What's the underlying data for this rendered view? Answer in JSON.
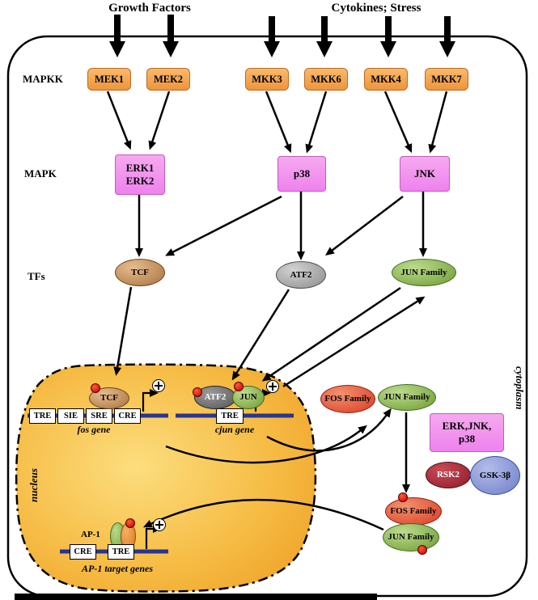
{
  "top": {
    "growth_factors": "Growth Factors",
    "cytokines_stress": "Cytokines; Stress"
  },
  "rows": {
    "mapkk": "MAPKK",
    "mapk": "MAPK",
    "tfs": "TFs"
  },
  "mapkk": [
    "MEK1",
    "MEK2",
    "MKK3",
    "MKK6",
    "MKK4",
    "MKK7"
  ],
  "mapk": {
    "erk1": "ERK1",
    "erk2": "ERK2",
    "p38": "p38",
    "jnk": "JNK"
  },
  "tfs": {
    "tcf": "TCF",
    "atf2": "ATF2",
    "jun_family": "JUN Family"
  },
  "compartments": {
    "cytoplasm": "cytoplasm",
    "nucleus": "nucleus"
  },
  "nucleus": {
    "fos_gene": {
      "boxes": [
        "TRE",
        "SIE",
        "SRE",
        "CRE"
      ],
      "tcf": "TCF",
      "label": "fos gene"
    },
    "cjun_gene": {
      "box": "TRE",
      "atf2": "ATF2",
      "jun": "JUN",
      "label": "cjun gene"
    },
    "ap1": {
      "label": "AP-1",
      "boxes": [
        "CRE",
        "TRE"
      ],
      "caption": "AP-1 target genes"
    }
  },
  "right": {
    "fos_family": "FOS Family",
    "jun_family": "JUN Family",
    "kinases_line1": "ERK,JNK,",
    "kinases_line2": "p38",
    "rsk2": "RSK2",
    "gsk3b": "GSK-3β",
    "fos_family_lower": "FOS Family",
    "jun_family_lower": "JUN Family"
  },
  "colors": {
    "mapkk_box": "#EE953B",
    "mapk_box": "#EE82EE",
    "tcf": "#A8713D",
    "atf2": "#8C8C8C",
    "jun_green": "#6E9C33",
    "fos_red": "#D93A22",
    "rsk2": "#8E1B2A",
    "gsk3b": "#6F7FC9",
    "nucleus_fill": "#F6BC45",
    "gene_line": "#283593",
    "phospho": "#C40000"
  }
}
